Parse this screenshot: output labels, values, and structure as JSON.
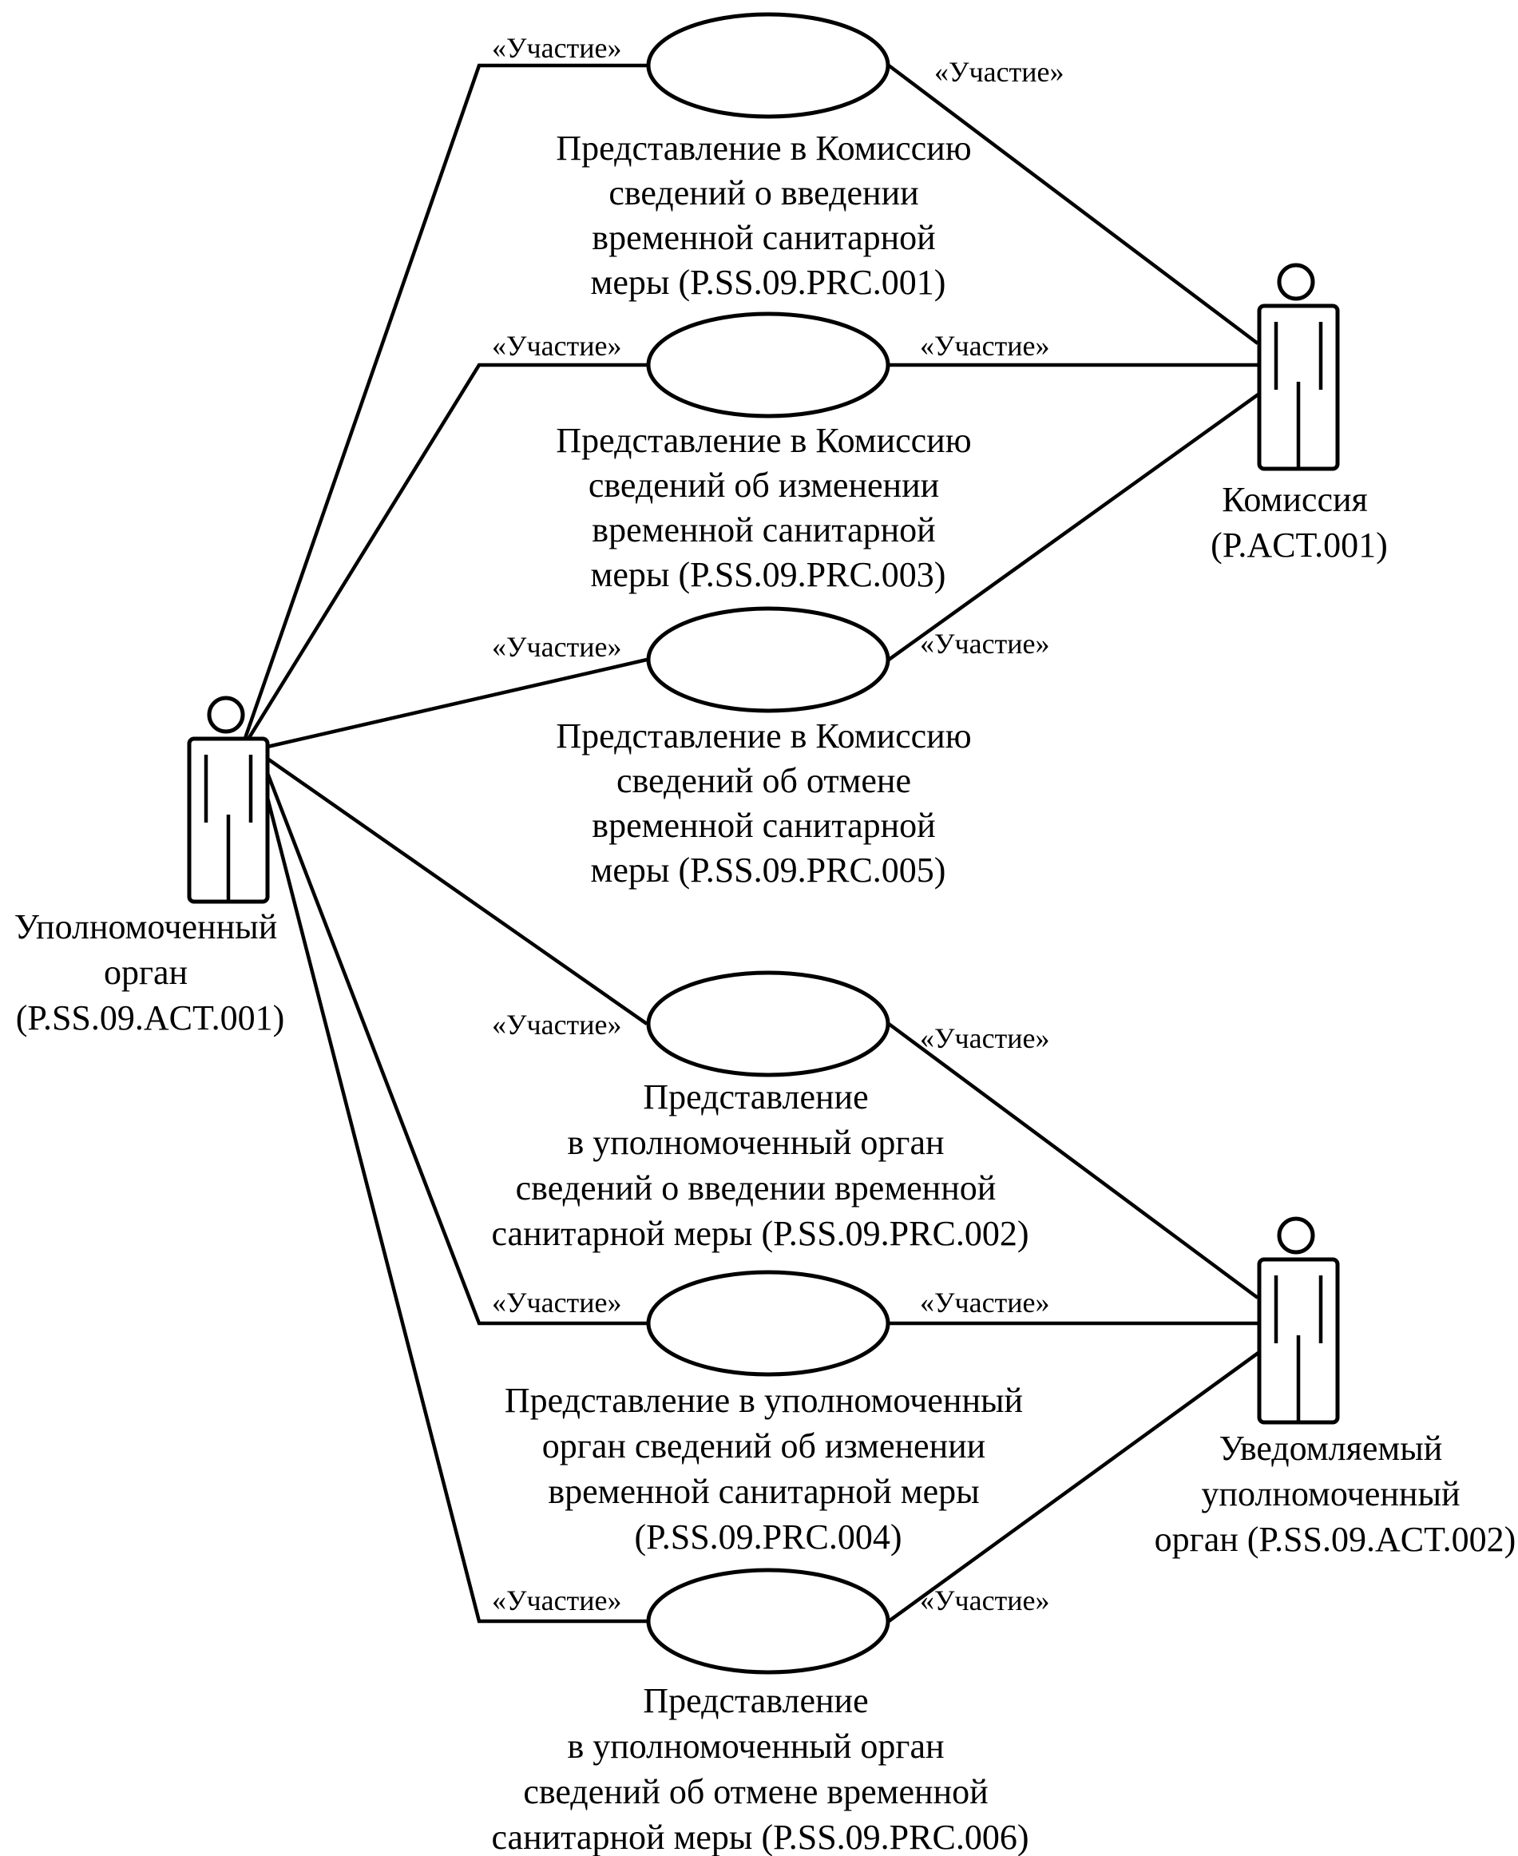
{
  "stereotype": "«Участие»",
  "actors": [
    {
      "id": "authorized",
      "lines": [
        "Уполномоченный",
        "орган",
        "(P.SS.09.ACT.001)"
      ]
    },
    {
      "id": "commission",
      "lines": [
        "Комиссия",
        "(P.ACT.001)"
      ]
    },
    {
      "id": "notified",
      "lines": [
        "Уведомляемый",
        "уполномоченный",
        "орган (P.SS.09.ACT.002)"
      ]
    }
  ],
  "use_cases": [
    {
      "id": "prc001",
      "lines": [
        "Представление в Комиссию",
        "сведений о введении",
        "временной санитарной",
        "меры (P.SS.09.PRC.001)"
      ]
    },
    {
      "id": "prc003",
      "lines": [
        "Представление в Комиссию",
        "сведений об изменении",
        "временной санитарной",
        "меры (P.SS.09.PRC.003)"
      ]
    },
    {
      "id": "prc005",
      "lines": [
        "Представление в Комиссию",
        "сведений об отмене",
        "временной санитарной",
        "меры (P.SS.09.PRC.005)"
      ]
    },
    {
      "id": "prc002",
      "lines": [
        "Представление",
        "в уполномоченный орган",
        "сведений о введении временной",
        "санитарной меры (P.SS.09.PRC.002)"
      ]
    },
    {
      "id": "prc004",
      "lines": [
        "Представление в уполномоченный",
        "орган сведений об изменении",
        "временной санитарной меры",
        "(P.SS.09.PRC.004)"
      ]
    },
    {
      "id": "prc006",
      "lines": [
        "Представление",
        "в уполномоченный орган",
        "сведений об отмене временной",
        "санитарной меры (P.SS.09.PRC.006)"
      ]
    }
  ]
}
